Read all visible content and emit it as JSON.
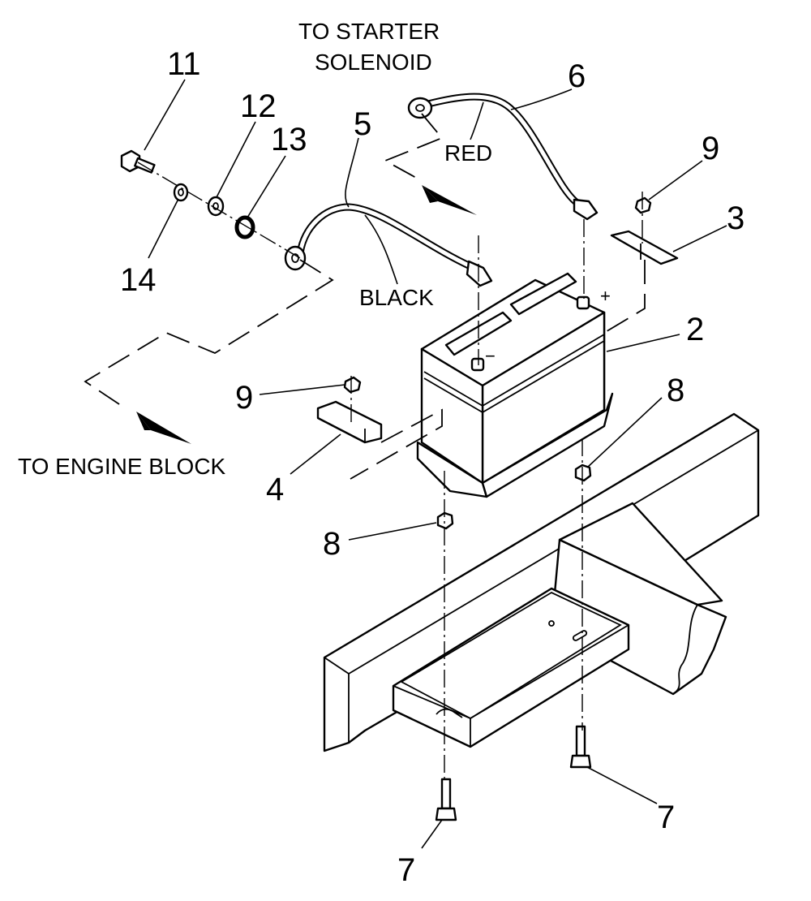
{
  "notes": {
    "to_starter": "TO STARTER",
    "solenoid": "SOLENOID",
    "red": "RED",
    "black": "BLACK",
    "to_engine_block": "TO ENGINE BLOCK"
  },
  "terminals": {
    "positive": "+",
    "negative": "−"
  },
  "callouts": {
    "c2": "2",
    "c3": "3",
    "c4": "4",
    "c5": "5",
    "c6": "6",
    "c7a": "7",
    "c7b": "7",
    "c8a": "8",
    "c8b": "8",
    "c9a": "9",
    "c9b": "9",
    "c11": "11",
    "c12": "12",
    "c13": "13",
    "c14": "14"
  }
}
